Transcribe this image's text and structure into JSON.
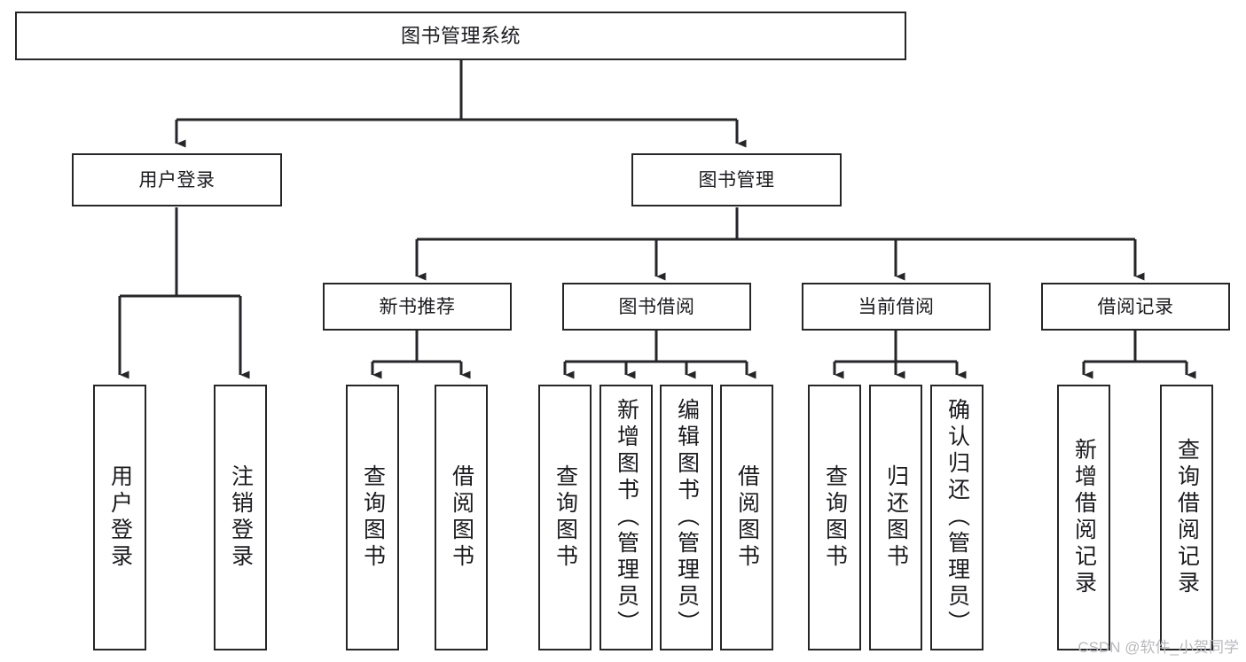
{
  "diagram": {
    "type": "tree-hierarchy",
    "title": "图书管理系统",
    "watermark": "CSDN @软件_小贺同学",
    "colors": {
      "box_border": "#26262a",
      "box_fill": "#ffffff",
      "connector": "#26262a",
      "text": "#1b1b1f",
      "watermark": "#b9b9bd",
      "background": "#ffffff"
    },
    "levels": {
      "root": {
        "label": "图书管理系统"
      },
      "level1": [
        {
          "id": "user-login",
          "label": "用户登录"
        },
        {
          "id": "book-management",
          "label": "图书管理"
        }
      ],
      "level2": [
        {
          "id": "new-book-recommend",
          "label": "新书推荐",
          "parent": "book-management"
        },
        {
          "id": "book-borrow",
          "label": "图书借阅",
          "parent": "book-management"
        },
        {
          "id": "current-borrow",
          "label": "当前借阅",
          "parent": "book-management"
        },
        {
          "id": "borrow-record",
          "label": "借阅记录",
          "parent": "book-management"
        }
      ],
      "leaves": [
        {
          "id": "leaf-user-login",
          "label": "用户登录",
          "parent": "user-login"
        },
        {
          "id": "leaf-logout-login",
          "label": "注销登录",
          "parent": "user-login"
        },
        {
          "id": "leaf-query-book-1",
          "label": "查询图书",
          "parent": "new-book-recommend"
        },
        {
          "id": "leaf-borrow-book-1",
          "label": "借阅图书",
          "parent": "new-book-recommend"
        },
        {
          "id": "leaf-query-book-2",
          "label": "查询图书",
          "parent": "book-borrow"
        },
        {
          "id": "leaf-add-book",
          "label": "新增图书（管理员）",
          "parent": "book-borrow"
        },
        {
          "id": "leaf-edit-book",
          "label": "编辑图书（管理员）",
          "parent": "book-borrow"
        },
        {
          "id": "leaf-borrow-book-2",
          "label": "借阅图书",
          "parent": "book-borrow"
        },
        {
          "id": "leaf-query-book-3",
          "label": "查询图书",
          "parent": "current-borrow"
        },
        {
          "id": "leaf-return-book",
          "label": "归还图书",
          "parent": "current-borrow"
        },
        {
          "id": "leaf-confirm-return",
          "label": "确认归还（管理员）",
          "parent": "current-borrow"
        },
        {
          "id": "leaf-add-record",
          "label": "新增借阅记录",
          "parent": "borrow-record"
        },
        {
          "id": "leaf-query-record",
          "label": "查询借阅记录",
          "parent": "borrow-record"
        }
      ]
    }
  }
}
